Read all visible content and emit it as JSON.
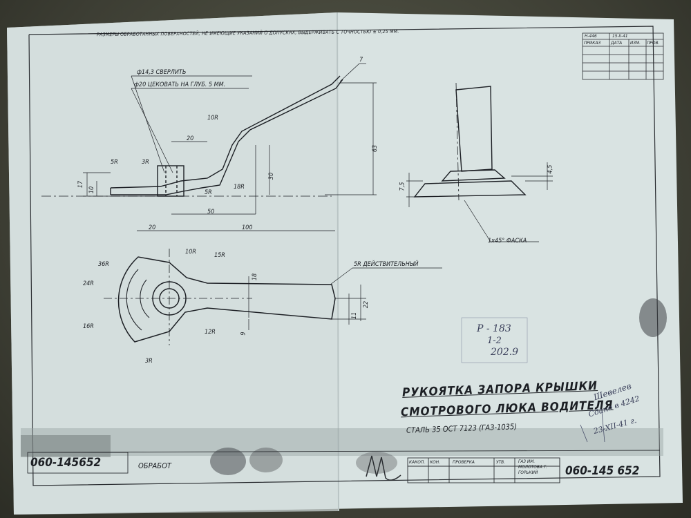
{
  "drawing": {
    "general_note": "РАЗМЕРЫ ОБРАБОТАННЫХ ПОВЕРХНОСТЕЙ, НЕ ИМЕЮЩИЕ УКАЗАНИЙ О ДОПУСКАХ, ВЫДЕРЖИВАТЬ С ТОЧНОСТЬЮ ± 0,25 ММ.",
    "title_line1": "РУКОЯТКА ЗАПОРА КРЫШКИ",
    "title_line2": "СМОТРОВОГО ЛЮКА ВОДИТЕЛЯ",
    "material": "СТАЛЬ 35 ОСТ 7123 (ГАЗ-1035)",
    "part_number": "060-145652",
    "part_number_right": "060-145 652",
    "process": "ОБРАБОТ",
    "hole_note_1": "ф14,3 СВЕРЛИТЬ",
    "hole_note_2": "ф20 ЦЕКОВАТЬ НА ГЛУБ. 5 ММ.",
    "chamfer_note": "1х45° ФАСКА",
    "radius_note": "5R ДЕЙСТВИТЕЛЬНЫЙ"
  },
  "revision_table": {
    "headers_top": [
      "Н-446",
      "15-II-41"
    ],
    "headers": [
      "ПРИКАЗ",
      "ДАТА",
      "ИЗМ.",
      "ПРОВ."
    ]
  },
  "stamp": {
    "cells": [
      "КАКОП.",
      "КОН.",
      "ПРОВЕРКА",
      "УТВ."
    ],
    "org": "ГАЗ ИМ. МОЛОТОВА Г. ГОРЬКИЙ"
  },
  "dimensions_side": [
    "17",
    "10",
    "5R",
    "3R",
    "20",
    "10R",
    "18R",
    "5R",
    "30",
    "50",
    "63",
    "7",
    "100",
    "20"
  ],
  "dimensions_top": [
    "36R",
    "24R",
    "16R",
    "3R",
    "10R",
    "15R",
    "12R",
    "18",
    "9",
    "11",
    "22"
  ],
  "dimensions_end": [
    "7,5",
    "4,5"
  ],
  "handwritten": {
    "stamp_note_1": "Р - 183",
    "stamp_note_2": "1-2",
    "stamp_note_3": "202.9",
    "margin_note_1": "Шевелев",
    "margin_note_2": "Сдано в 4242",
    "margin_note_3": "23-XII-41 г."
  },
  "colors": {
    "paper": "#dbe5e4",
    "ink": "#1c1f24",
    "pencil": "#3a3f5a",
    "table": "#3f4134"
  }
}
